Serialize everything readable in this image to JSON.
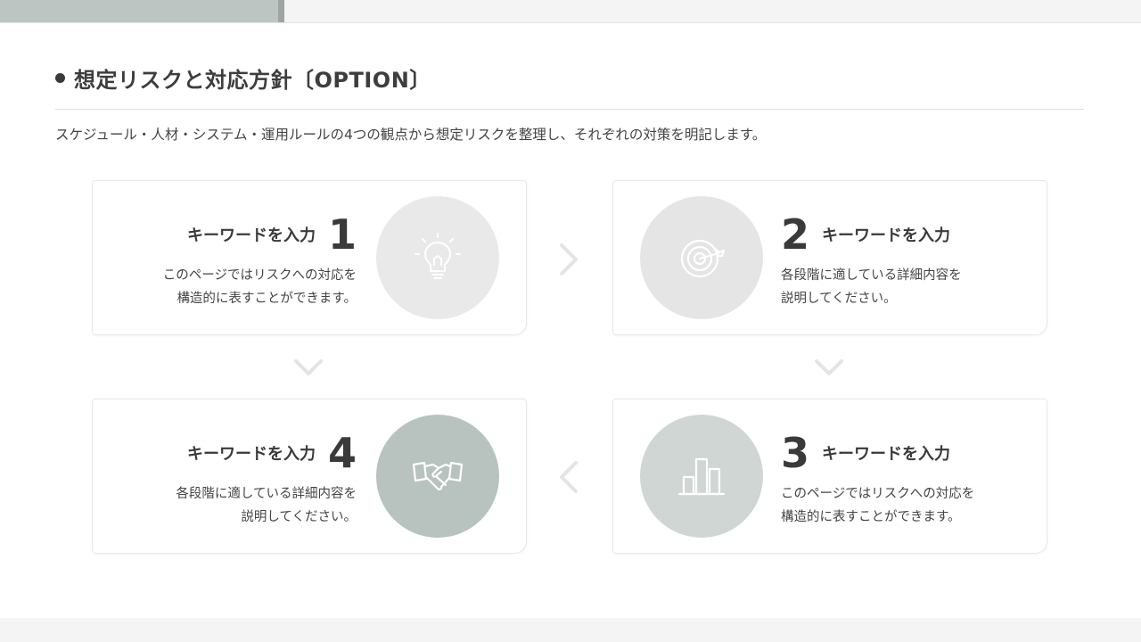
{
  "slide": {
    "title": "想定リスクと対応方針〔OPTION〕",
    "subtitle": "スケジュール・人材・システム・運用ルールの4つの観点から想定リスクを整理し、それぞれの対策を明記します。"
  },
  "cards": [
    {
      "number": "1",
      "keyword": "キーワードを入力",
      "desc_line1": "このページではリスクへの対応を",
      "desc_line2": "構造的に表すことができます。",
      "icon": "lightbulb-icon",
      "circle_color": "#e9e9e9"
    },
    {
      "number": "2",
      "keyword": "キーワードを入力",
      "desc_line1": "各段階に適している詳細内容を",
      "desc_line2": "説明してください。",
      "icon": "target-icon",
      "circle_color": "#e5e5e5"
    },
    {
      "number": "3",
      "keyword": "キーワードを入力",
      "desc_line1": "このページではリスクへの対応を",
      "desc_line2": "構造的に表すことができます。",
      "icon": "bar-chart-icon",
      "circle_color": "#cfd6d4"
    },
    {
      "number": "4",
      "keyword": "キーワードを入力",
      "desc_line1": "各段階に適している詳細内容を",
      "desc_line2": "説明してください。",
      "icon": "handshake-icon",
      "circle_color": "#b8c2be"
    }
  ],
  "colors": {
    "accent": "#bcc5c2",
    "arrow": "#e4e4e4",
    "text": "#3a3a3a"
  }
}
